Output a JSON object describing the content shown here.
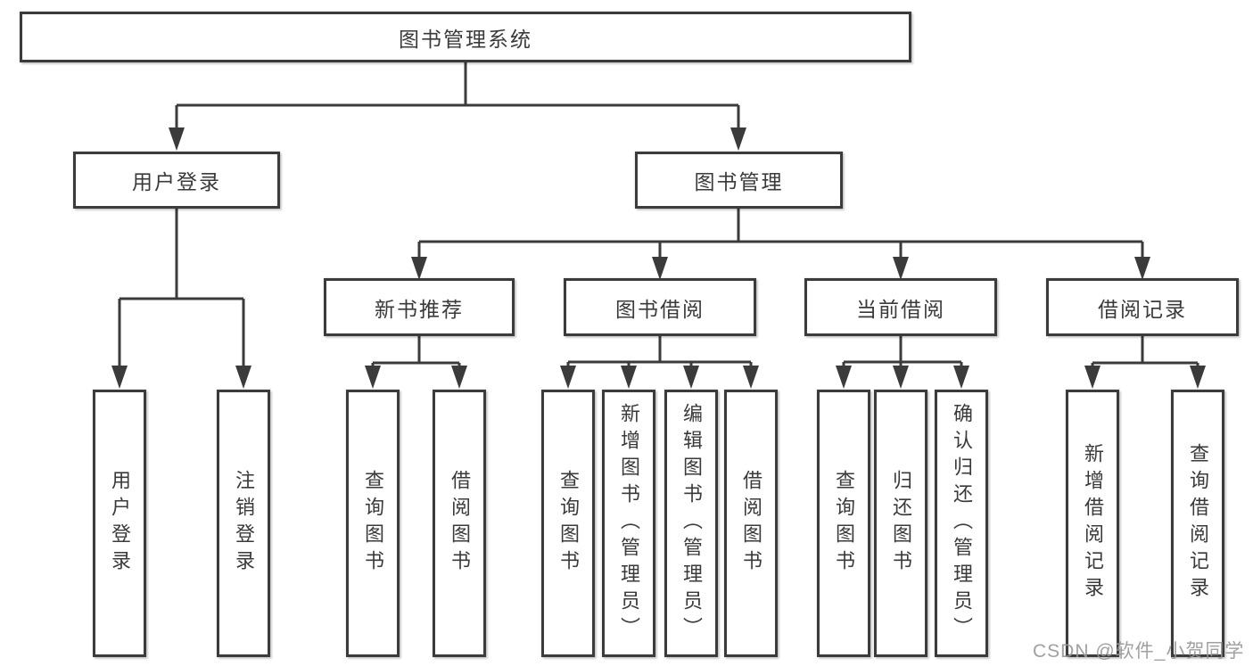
{
  "colors": {
    "line": "#3b3b3b",
    "box_border": "#3b3b3b",
    "box_fill": "#ffffff",
    "text": "#3a3a3a",
    "watermark": "#989898",
    "background": "#ffffff"
  },
  "watermark": "CSDN @软件_小贺同学",
  "tree": {
    "root": "图书管理系统",
    "branches": [
      {
        "label": "用户登录",
        "leaves": [
          "用户登录",
          "注销登录"
        ]
      },
      {
        "label": "图书管理",
        "sections": [
          {
            "label": "新书推荐",
            "leaves": [
              "查询图书",
              "借阅图书"
            ]
          },
          {
            "label": "图书借阅",
            "leaves": [
              "查询图书",
              "新增图书（管理员）",
              "编辑图书（管理员）",
              "借阅图书"
            ]
          },
          {
            "label": "当前借阅",
            "leaves": [
              "查询图书",
              "归还图书",
              "确认归还（管理员）"
            ]
          },
          {
            "label": "借阅记录",
            "leaves": [
              "新增借阅记录",
              "查询借阅记录"
            ]
          }
        ]
      }
    ]
  }
}
